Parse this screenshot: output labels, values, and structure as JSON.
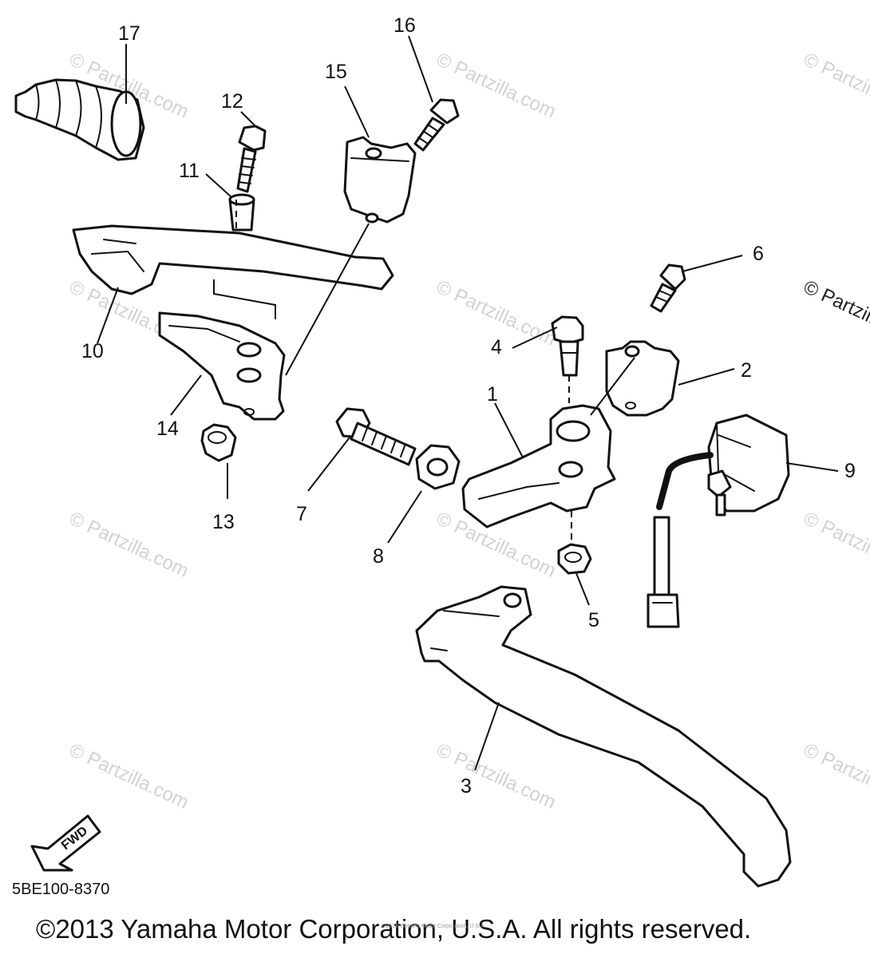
{
  "watermark": "© Partzilla.com",
  "callouts": [
    "1",
    "2",
    "3",
    "4",
    "5",
    "6",
    "7",
    "8",
    "9",
    "10",
    "11",
    "12",
    "13",
    "14",
    "15",
    "16",
    "17"
  ],
  "fwd_label": "FWD",
  "diagram_code": "5BE100-8370",
  "copyright": "©2013 Yamaha Motor Corporation, U.S.A. All rights reserved.",
  "copyright_small": "©2013 Yamaha Motor Corporation, U.S.A."
}
